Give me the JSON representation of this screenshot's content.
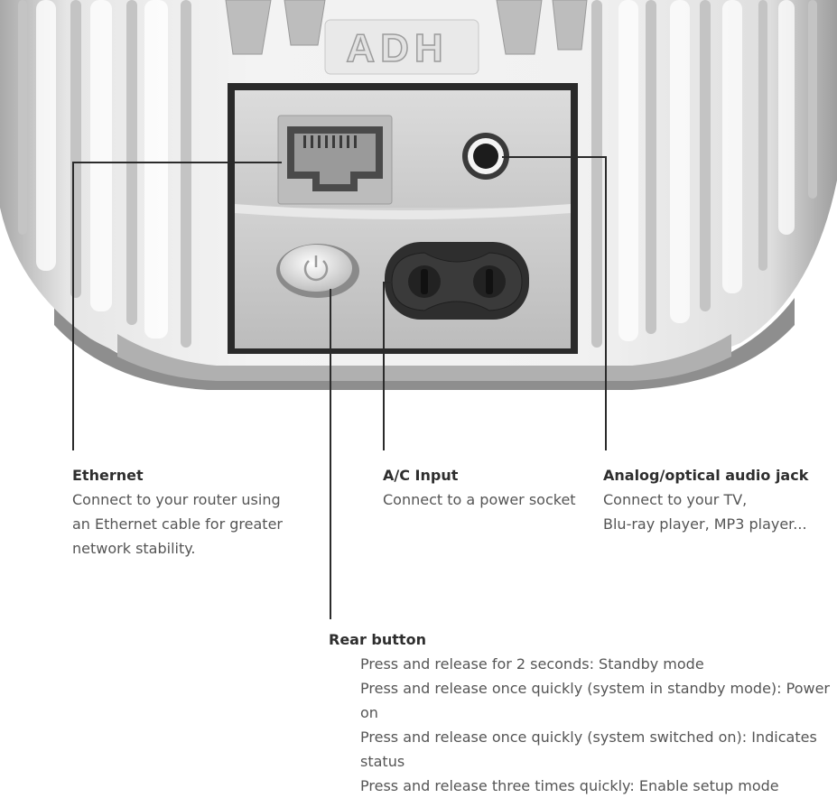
{
  "device": {
    "logo_text": "ADH",
    "illustration": "Rear view of a white wireless speaker showing an Ethernet port, a 3.5mm audio jack, a round power button and a figure-8 AC power inlet"
  },
  "callouts": {
    "ethernet": {
      "title": "Ethernet",
      "description": "Connect to your router using\nan Ethernet cable for greater\nnetwork stability."
    },
    "ac_input": {
      "title": "A/C Input",
      "description": "Connect to a power socket"
    },
    "audio_jack": {
      "title": "Analog/optical audio jack",
      "description": "Connect to your TV,\nBlu-ray player, MP3 player..."
    },
    "rear_button": {
      "title": "Rear button",
      "items": [
        "Press and release for 2 seconds: Standby mode",
        "Press and release once quickly (system in standby mode): Power on",
        "Press and release once quickly (system switched on): Indicates status",
        "Press and release three times quickly: Enable setup mode"
      ]
    }
  }
}
